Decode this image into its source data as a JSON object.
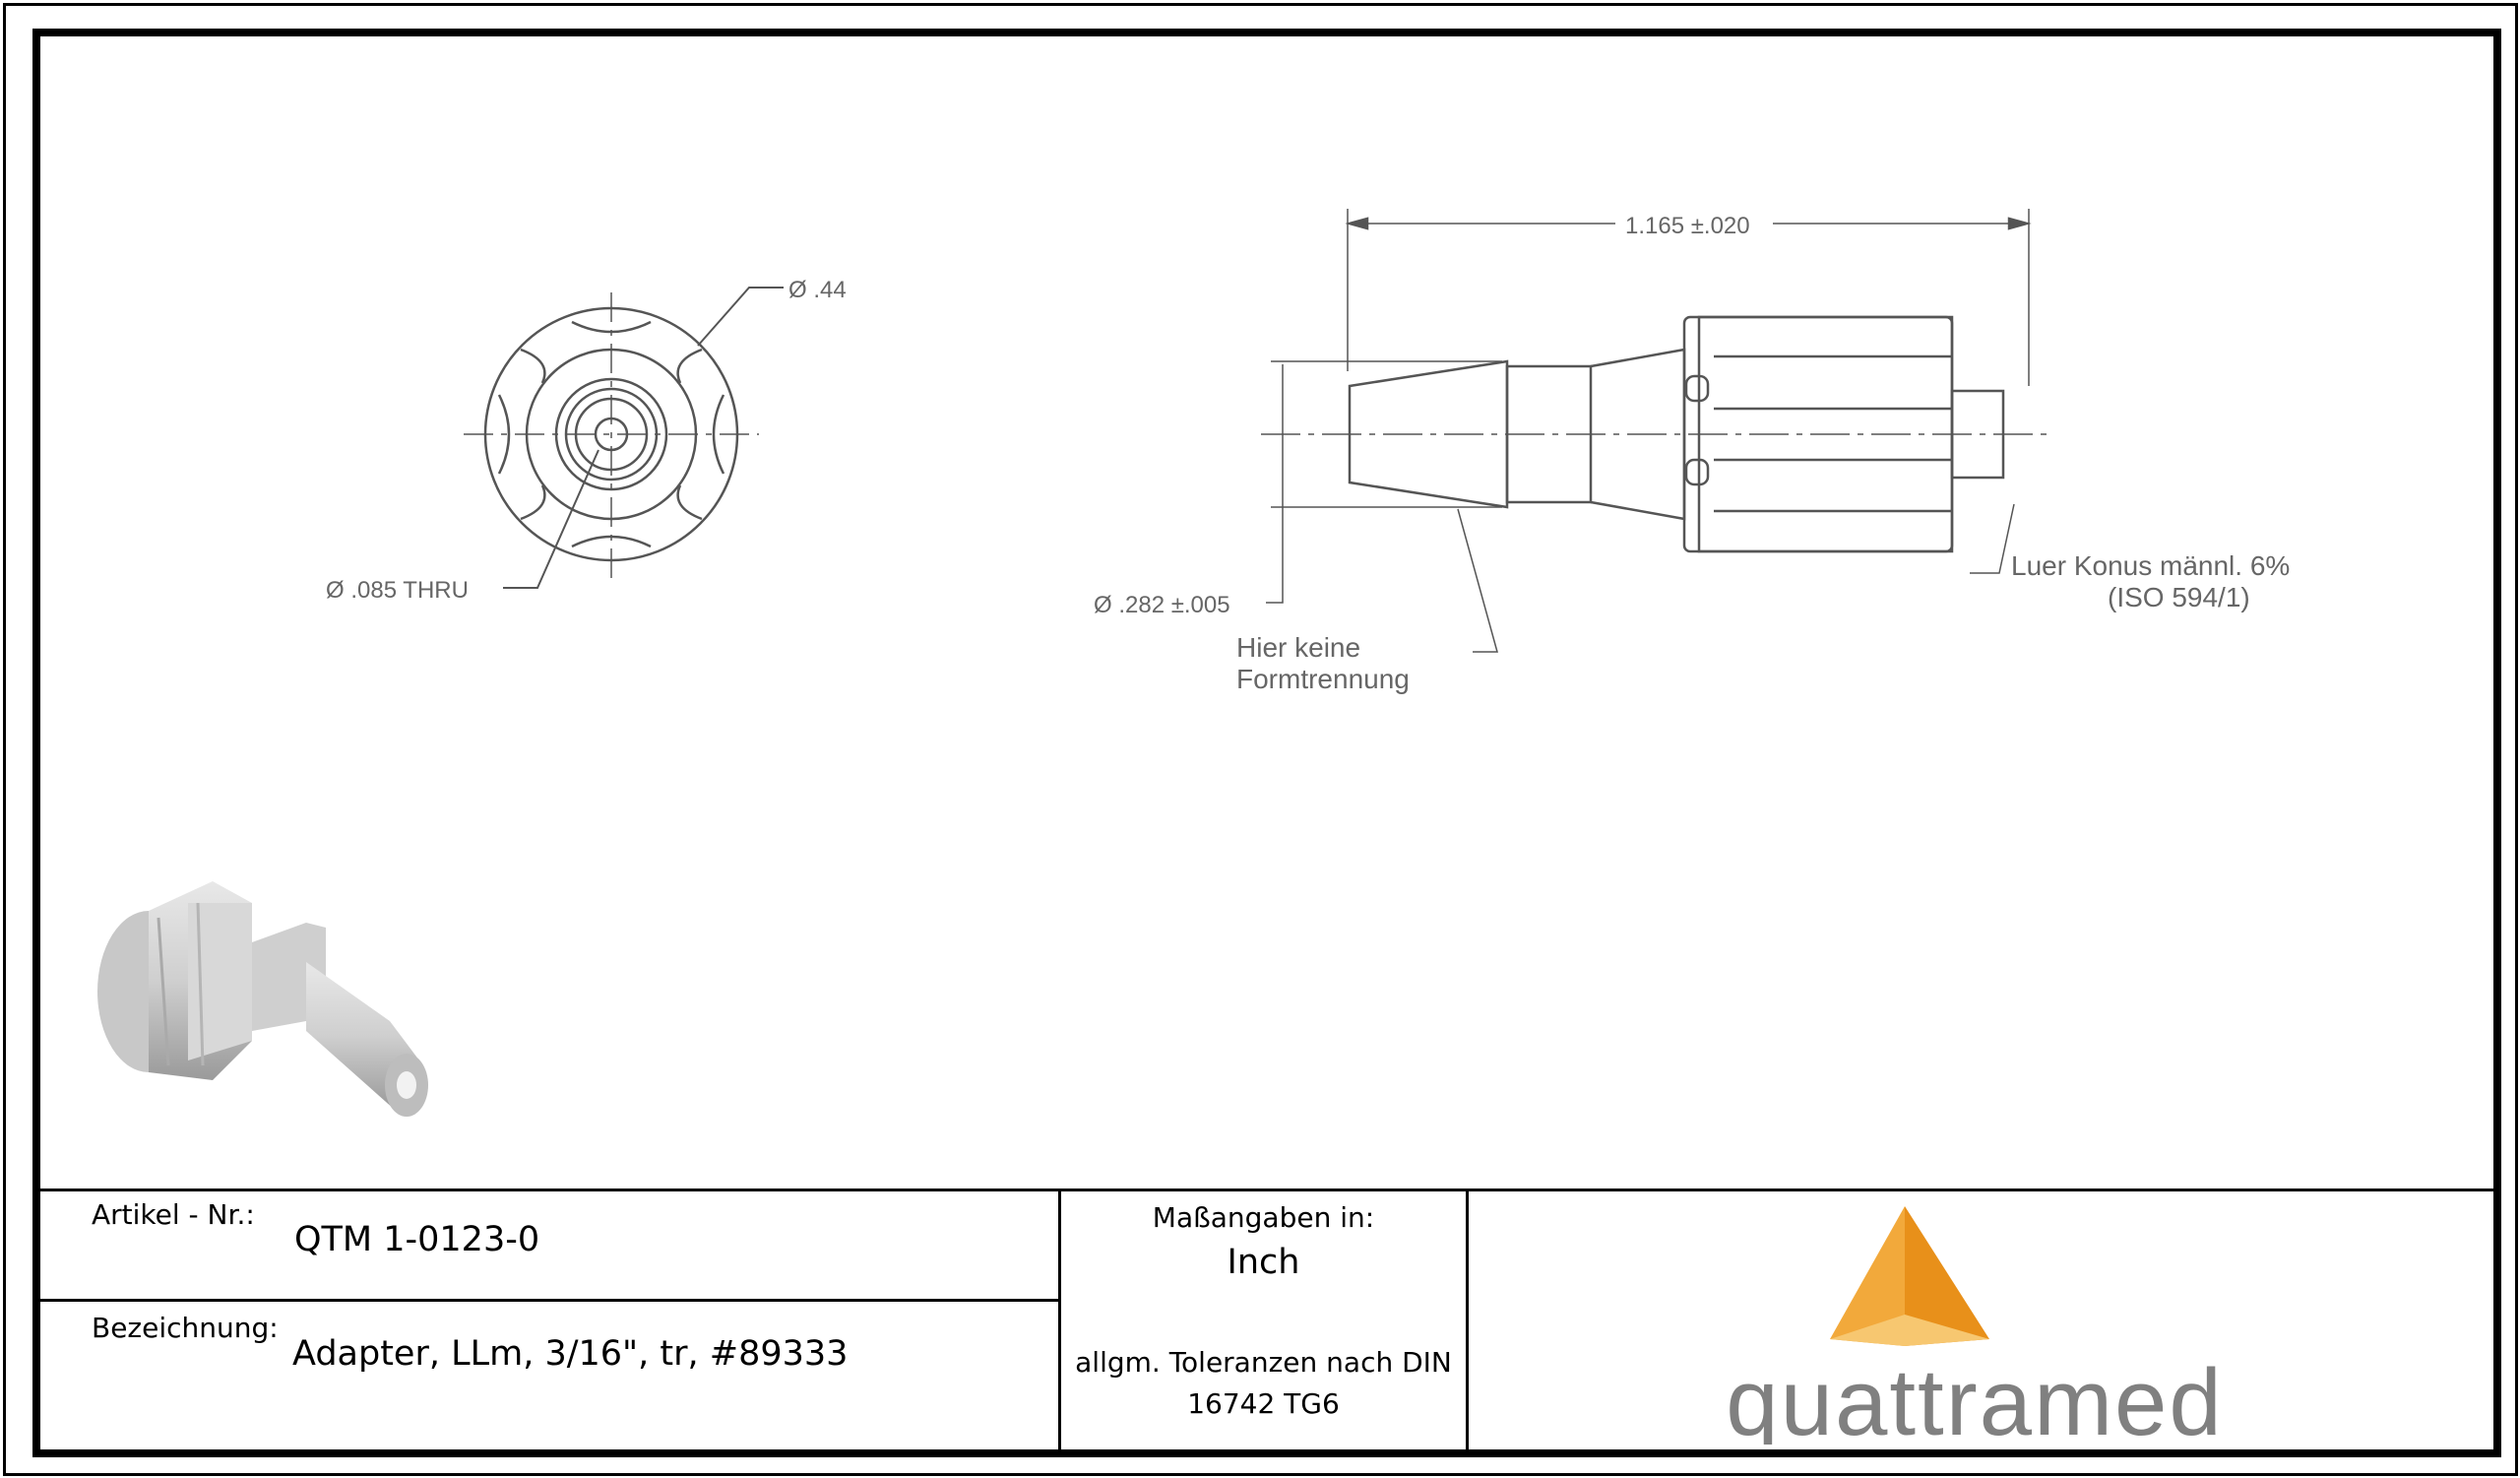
{
  "drawing": {
    "front_view": {
      "outer_diameter": "Ø .44",
      "bore": "Ø .085 THRU"
    },
    "side_view": {
      "length": "1.165 ±.020",
      "tip_diameter": "Ø .282 ±.005",
      "note_no_parting_line_1": "Hier  keine",
      "note_no_parting_line_2": "Formtrennung",
      "luer_note_1": "Luer  Konus  männl.  6%",
      "luer_note_2": "(ISO  594/1)"
    }
  },
  "title_block": {
    "article_label": "Artikel - Nr.:",
    "article_value": "QTM 1-0123-0",
    "description_label": "Bezeichnung:",
    "description_value": "Adapter, LLm, 3/16\", tr, #89333",
    "units_label": "Maßangaben in:",
    "units_value": "Inch",
    "tolerance_line1": "allgm. Toleranzen nach DIN",
    "tolerance_line2": "16742 TG6",
    "company": "quattramed"
  },
  "colors": {
    "logo_orange_dark": "#E8901A",
    "logo_orange_mid": "#F2A93B",
    "logo_orange_light": "#F7C770",
    "logo_text": "#808080",
    "line_gray": "#555555"
  }
}
